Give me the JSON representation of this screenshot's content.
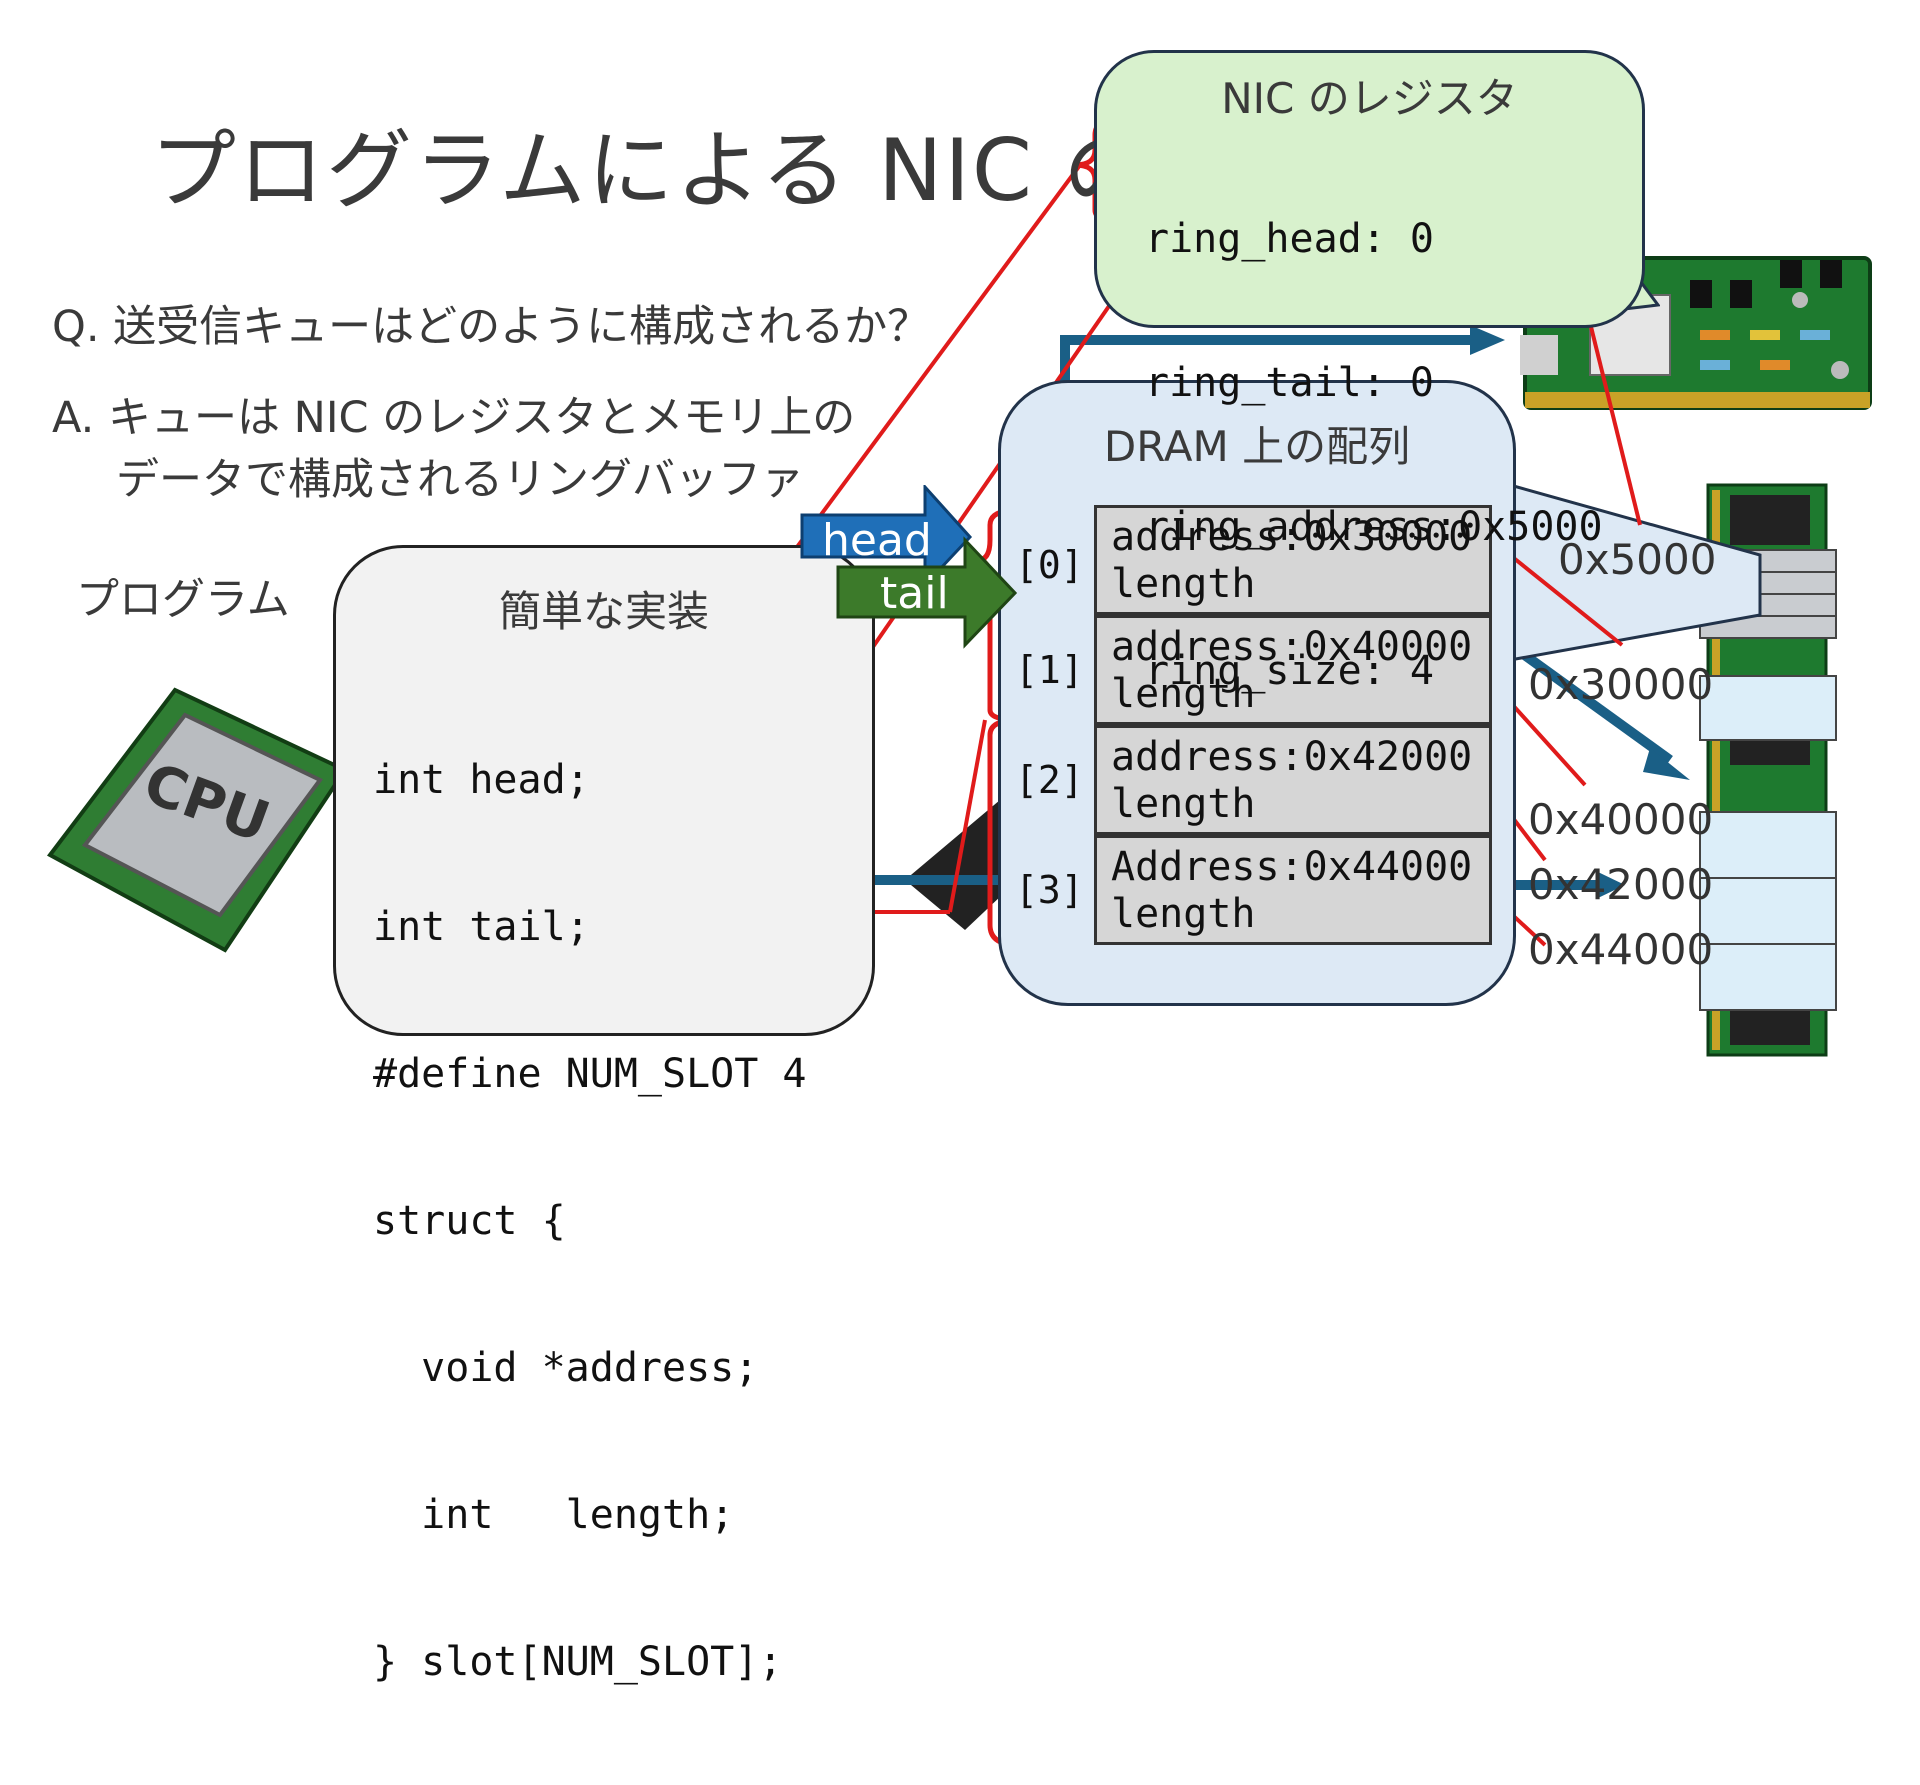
{
  "slide_title": "プログラムによる NIC の",
  "question": "Q. 送受信キューはどのように構成されるか？",
  "answer_line1": "A. キューは NIC のレジスタとメモリ上の",
  "answer_line2": "データで構成されるリングバッファ",
  "program_label": "プログラム",
  "code_box": {
    "title": "簡単な実装",
    "lines": [
      "int head;",
      "int tail;",
      "#define NUM_SLOT 4",
      "struct {",
      "  void *address;",
      "  int   length;",
      "} slot[NUM_SLOT];"
    ]
  },
  "pointers": {
    "head": "head",
    "tail": "tail"
  },
  "dram": {
    "title": "DRAM 上の配列",
    "slots": [
      {
        "index": "[0]",
        "address": "address:0x30000",
        "length": "length"
      },
      {
        "index": "[1]",
        "address": "address:0x40000",
        "length": "length"
      },
      {
        "index": "[2]",
        "address": "address:0x42000",
        "length": "length"
      },
      {
        "index": "[3]",
        "address": "Address:0x44000",
        "length": "length"
      }
    ]
  },
  "nic_registers": {
    "title": "NIC のレジスタ",
    "lines": [
      "ring_head: 0",
      "ring_tail: 0",
      "ring_address:0x5000",
      "ring_size: 4"
    ]
  },
  "memory_addresses": [
    "0x5000",
    "0x30000",
    "0x40000",
    "0x42000",
    "0x44000"
  ],
  "cpu_label": "CPU",
  "colors": {
    "red_line": "#e01b1b",
    "blue_arrow": "#1a5f86",
    "head_arrow": "#1f6fb8",
    "tail_arrow": "#3c7a2a"
  }
}
